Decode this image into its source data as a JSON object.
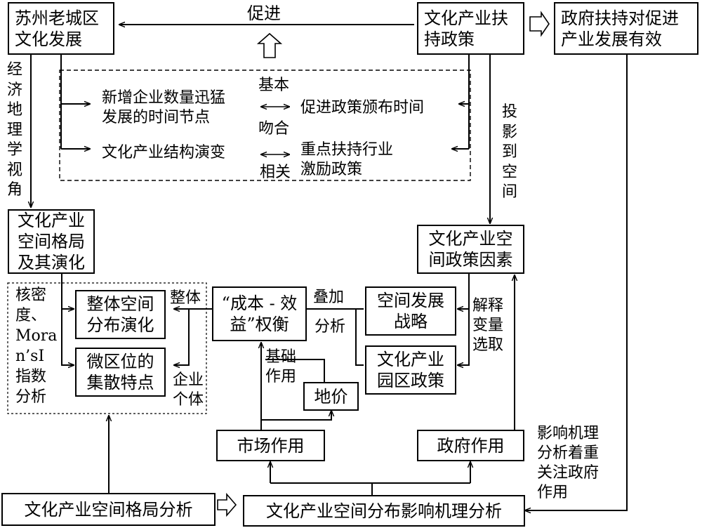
{
  "nodes": {
    "suzhou_culture": "苏州老城区\n文化发展",
    "cultural_policy": "文化产业扶\n持政策",
    "gov_support_effective": "政府扶持对促进\n产业发展有效",
    "spatial_pattern": "文化产业\n空间格局\n及其演化",
    "spatial_policy_factor": "文化产业空\n间政策因素",
    "overall_evolution": "整体空间\n分布演化",
    "micro_location": "微区位的\n集散特点",
    "cost_benefit": "“成本 - 效\n益”权衡",
    "spatial_strategy": "空间发展\n战略",
    "park_policy": "文化产业\n园区政策",
    "land_price": "地价",
    "market_role": "市场作用",
    "gov_role": "政府作用",
    "pattern_analysis": "文化产业空间格局分析",
    "mechanism_analysis": "文化产业空间分布影响机理分析"
  },
  "labels": {
    "promote": "促进",
    "new_enterprise_time": "新增企业数量迅猛\n发展的时间节点",
    "structure_evolution": "文化产业结构演变",
    "basic": "基本",
    "consistent": "吻合",
    "related": "相关",
    "policy_time": "促进政策颁布时间",
    "key_industry": "重点扶持行业\n激励政策",
    "overall": "整体",
    "overlay": "叠加",
    "analysis": "分析",
    "basic_role": "基础\n作用",
    "enterprise_individual": "企业\n个体",
    "explain_var": "解释\n变量\n选取",
    "kde_moran": "核密\n度、\nMora\nn’sI\n指数\n分析",
    "mechanism_note": "影响机理\n分析着重\n关注政府\n作用"
  },
  "vertical": {
    "econ_geo": "经济地理学视角",
    "project_space": "投影到空间"
  }
}
